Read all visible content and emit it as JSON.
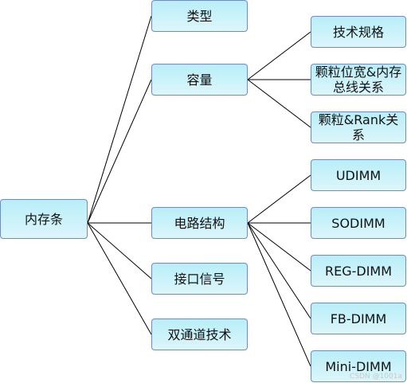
{
  "root": {
    "label": "内存条"
  },
  "level1": [
    {
      "id": "type",
      "label": "类型"
    },
    {
      "id": "capacity",
      "label": "容量"
    },
    {
      "id": "circuit",
      "label": "电路结构"
    },
    {
      "id": "interface",
      "label": "接口信号"
    },
    {
      "id": "dual",
      "label": "双通道技术"
    }
  ],
  "capacity_children": [
    {
      "id": "spec",
      "label": "技术规格"
    },
    {
      "id": "width",
      "label": "颗粒位宽&内存总线关系"
    },
    {
      "id": "rank",
      "label": "颗粒&Rank关系"
    }
  ],
  "circuit_children": [
    {
      "id": "udimm",
      "label": "UDIMM"
    },
    {
      "id": "sodimm",
      "label": "SODIMM"
    },
    {
      "id": "regdimm",
      "label": "REG-DIMM"
    },
    {
      "id": "fbdimm",
      "label": "FB-DIMM"
    },
    {
      "id": "minidimm",
      "label": "Mini-DIMM"
    }
  ],
  "watermark": "CSDN @1001a",
  "colors": {
    "node_fill_top": "#b9eef8",
    "node_fill_bottom": "#dcf6fb",
    "node_border": "#6c8ebf",
    "edge": "#000000"
  }
}
